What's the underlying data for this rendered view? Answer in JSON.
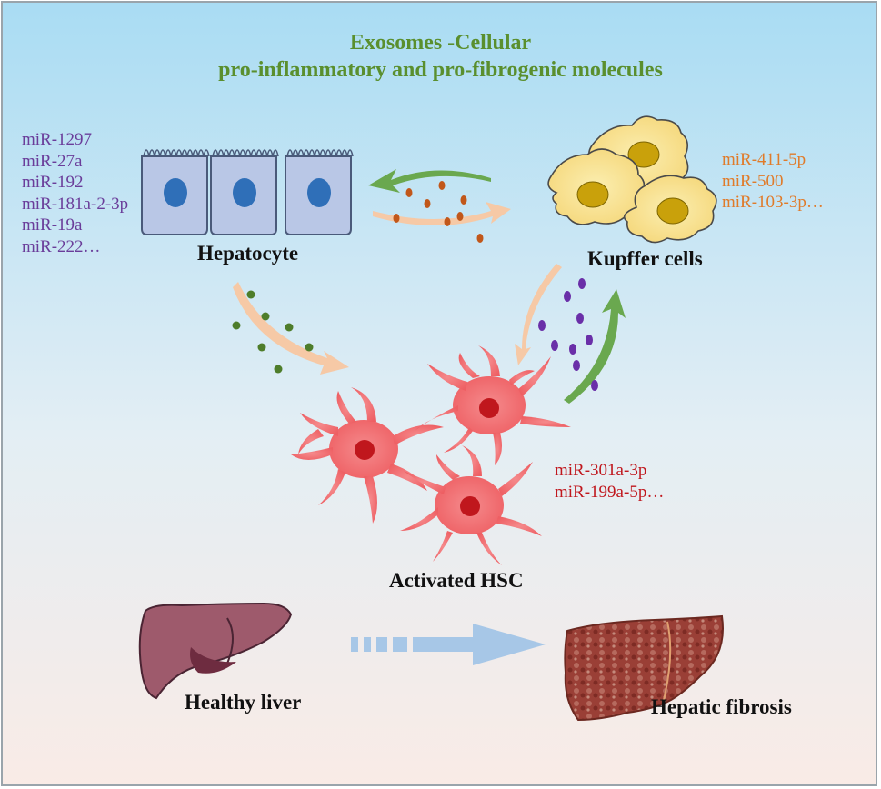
{
  "title": {
    "line1": "Exosomes -Cellular",
    "line2": "pro-inflammatory and pro-fibrogenic molecules"
  },
  "hepatocyte": {
    "label": "Hepatocyte",
    "mirnas": [
      "miR-1297",
      "miR-27a",
      "miR-192",
      "miR-181a-2-3p",
      "miR-19a",
      "miR-222…"
    ],
    "color": "#6a3d9a"
  },
  "kupffer": {
    "label": "Kupffer cells",
    "mirnas": [
      "miR-411-5p",
      "miR-500",
      "miR-103-3p…"
    ],
    "color": "#e07b2a"
  },
  "hsc": {
    "label": "Activated HSC",
    "mirnas": [
      "miR-301a-3p",
      "miR-199a-5p…"
    ],
    "color": "#c0171d"
  },
  "liver": {
    "healthy_label": "Healthy liver",
    "fibrosis_label": "Hepatic fibrosis"
  },
  "colors": {
    "title": "#5a8f2e",
    "green_arrow": "#6aa84f",
    "peach_arrow": "#f6c9a6",
    "exosome_orange": "#c1571a",
    "exosome_green": "#4e7d2a",
    "exosome_purple": "#6a2fa8",
    "hsc_body": "#f06f72",
    "progression_arrow": "#a7c7e7"
  }
}
